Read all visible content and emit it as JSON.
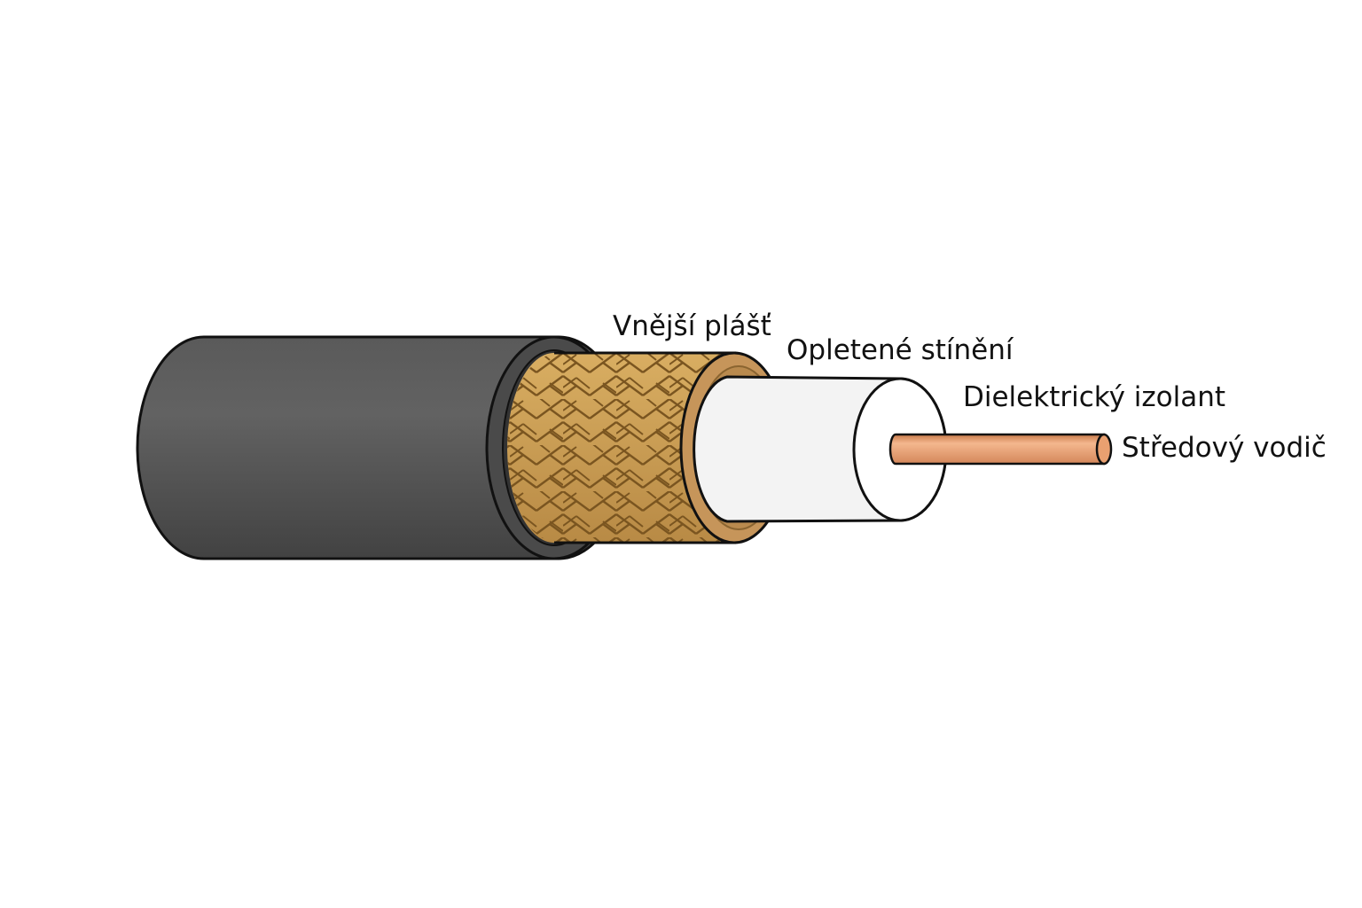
{
  "labels": {
    "jacket": "Vnější plášť",
    "shield": "Opletené stínění",
    "dielectric": "Dielektrický izolant",
    "conductor": "Středový vodič"
  },
  "colors": {
    "jacket": "#555555",
    "braid": "#c99a52",
    "dielectric": "#f4f4f4",
    "conductor": "#e8a070"
  }
}
